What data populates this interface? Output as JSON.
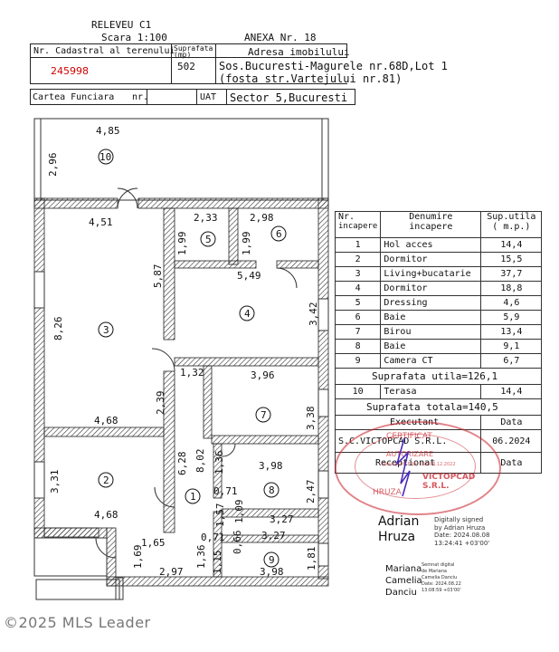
{
  "header": {
    "title": "RELEVEU C1",
    "scale": "Scara 1:100",
    "annex": "ANEXA Nr. 18"
  },
  "info_table": {
    "cadastral_label": "Nr. Cadastral al terenului",
    "cadastral_value": "245998",
    "surface_label": "Suprafata (mp)",
    "surface_value": "502",
    "address_label": "Adresa imobilului",
    "address_line1": "Sos.Bucuresti-Magurele nr.68D,Lot 1",
    "address_line2": "(fosta str.Vartejului nr.81)",
    "cf_label": "Cartea Funciara",
    "cf_nr_label": "nr.",
    "uat_label": "UAT",
    "uat_value": "Sector 5,Bucuresti"
  },
  "plan": {
    "dims": [
      "4,85",
      "2,96",
      "4,51",
      "2,33",
      "2,98",
      "1,99",
      "1,99",
      "5,87",
      "8,26",
      "5,49",
      "3,42",
      "1,32",
      "3,96",
      "2,39",
      "4,68",
      "3,38",
      "6,28",
      "1,36",
      "3,98",
      "3,31",
      "8,02",
      "0,71",
      "4,68",
      "2,47",
      "1,57",
      "1,09",
      "3,27",
      "0,71",
      "3,27",
      "1,65",
      "0,66",
      "1,69",
      "1,36",
      "1,15",
      "1,81",
      "2,97",
      "3,98"
    ],
    "rooms": [
      "10",
      "5",
      "6",
      "3",
      "4",
      "7",
      "2",
      "8",
      "1",
      "9"
    ]
  },
  "rooms_table": {
    "col_nr": "Nr.",
    "col_nr2": "incapere",
    "col_name": "Denumire",
    "col_name2": "incapere",
    "col_area": "Sup.utila",
    "col_area2": "( m.p.)",
    "rows": [
      {
        "nr": "1",
        "name": "Hol acces",
        "area": "14,4"
      },
      {
        "nr": "2",
        "name": "Dormitor",
        "area": "15,5"
      },
      {
        "nr": "3",
        "name": "Living+bucatarie",
        "area": "37,7"
      },
      {
        "nr": "4",
        "name": "Dormitor",
        "area": "18,8"
      },
      {
        "nr": "5",
        "name": "Dressing",
        "area": "4,6"
      },
      {
        "nr": "6",
        "name": "Baie",
        "area": "5,9"
      },
      {
        "nr": "7",
        "name": "Birou",
        "area": "13,4"
      },
      {
        "nr": "8",
        "name": "Baie",
        "area": "9,1"
      },
      {
        "nr": "9",
        "name": "Camera CT",
        "area": "6,7"
      }
    ],
    "useful_total": "Suprafata utila=126,1",
    "terrace": {
      "nr": "10",
      "name": "Terasa",
      "area": "14,4"
    },
    "grand_total": "Suprafata totala=140,5",
    "executant": "Executant",
    "company": "S.C.VICTOPCAD S.R.L.",
    "date_label": "Data",
    "date_value": "06.2024",
    "receptionat": "Receptionat",
    "date_label2": "Data"
  },
  "stamp": {
    "line1": "CERTIFICAT",
    "line2": "AUTORIZARE",
    "line3": "Seria RO-B-F Nr. 251 08.12.2022",
    "line4": "VICTOPCAD S.R.L.",
    "line5": "HRUZA"
  },
  "signatures": {
    "signer1_first": "Adrian",
    "signer1_last": "Hruza",
    "signer1_note1": "Digitally signed",
    "signer1_note2": "by Adrian Hruza",
    "signer1_note3": "Date: 2024.08.08",
    "signer1_note4": "13:24:41 +03'00'",
    "signer2_first": "Mariana",
    "signer2_mid": "Camelia",
    "signer2_last": "Danciu",
    "signer2_note1": "Semnat digital",
    "signer2_note2": "de Mariana",
    "signer2_note3": "Camelia Danciu",
    "signer2_note4": "Date: 2024.08.22",
    "signer2_note5": "13:08:59 +03'00'"
  },
  "watermark": "©2025 MLS Leader"
}
